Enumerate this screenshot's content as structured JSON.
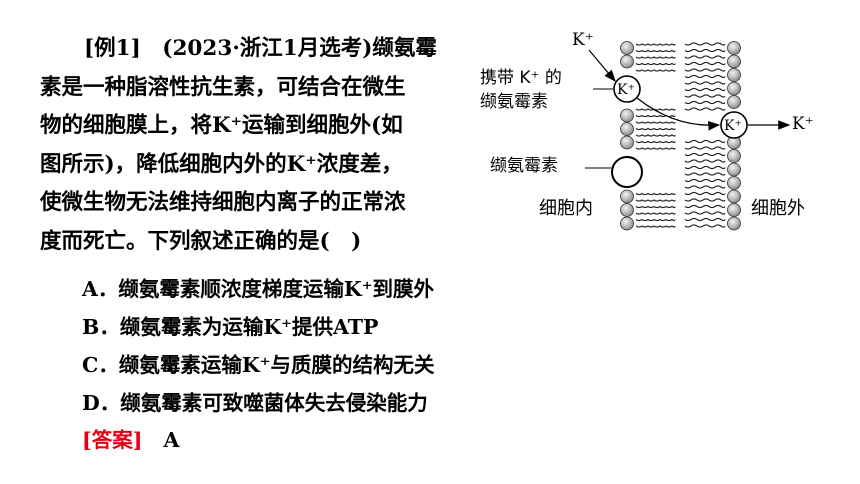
{
  "question": {
    "lines": [
      "[例1]　(2023·浙江1月选考)缬氨霉",
      "素是一种脂溶性抗生素，可结合在微生",
      "物的细胞膜上，将K⁺运输到细胞外(如",
      "图所示)，降低细胞内外的K⁺浓度差，",
      "使微生物无法维持细胞内离子的正常浓",
      "度而死亡。下列叙述正确的是(　)"
    ]
  },
  "options": [
    "A．缬氨霉素顺浓度梯度运输K⁺到膜外",
    "B．缬氨霉素为运输K⁺提供ATP",
    "C．缬氨霉素运输K⁺与质膜的结构无关",
    "D．缬氨霉素可致噬菌体失去侵染能力"
  ],
  "answer": {
    "tag": "[答案]",
    "value": "A"
  },
  "figure": {
    "top_ion": "K⁺",
    "carrier_label_line1": "携带 K⁺ 的",
    "carrier_label_line2": "缬氨霉素",
    "carrier_ion": "K⁺",
    "free_label": "缬氨霉素",
    "inner_ion": "K⁺",
    "released_ion": "K⁺",
    "inside_label": "细胞内",
    "outside_label": "细胞外"
  }
}
